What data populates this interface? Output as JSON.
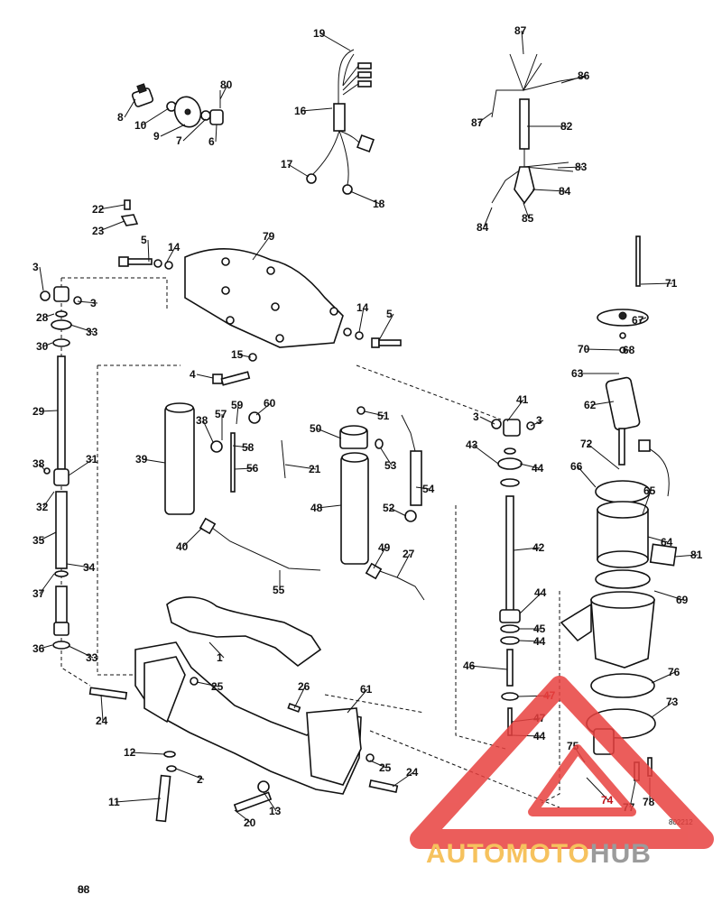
{
  "figure_code": "802212",
  "watermark": {
    "word1": "AUTO",
    "word2": "MOTO",
    "word3": "HUB",
    "color1": "#f5b843",
    "color2": "#f5b843",
    "color3": "#8a8a8a",
    "triangle_color": "#e8413f"
  },
  "labels": [
    "1",
    "2",
    "3",
    "3",
    "3",
    "3",
    "4",
    "5",
    "5",
    "6",
    "7",
    "8",
    "9",
    "10",
    "11",
    "12",
    "13",
    "14",
    "14",
    "15",
    "16",
    "17",
    "18",
    "19",
    "20",
    "21",
    "22",
    "23",
    "24",
    "24",
    "25",
    "25",
    "26",
    "27",
    "28",
    "29",
    "30",
    "31",
    "32",
    "33",
    "33",
    "34",
    "35",
    "36",
    "37",
    "38",
    "38",
    "39",
    "40",
    "41",
    "42",
    "43",
    "44",
    "44",
    "44",
    "44",
    "45",
    "46",
    "47",
    "47",
    "48",
    "49",
    "50",
    "51",
    "52",
    "53",
    "54",
    "55",
    "56",
    "57",
    "58",
    "59",
    "60",
    "61",
    "62",
    "63",
    "64",
    "65",
    "66",
    "67",
    "68",
    "69",
    "70",
    "71",
    "72",
    "73",
    "74",
    "75",
    "76",
    "77",
    "78",
    "79",
    "80",
    "81",
    "82",
    "83",
    "84",
    "84",
    "85",
    "86",
    "87",
    "87",
    "88"
  ]
}
